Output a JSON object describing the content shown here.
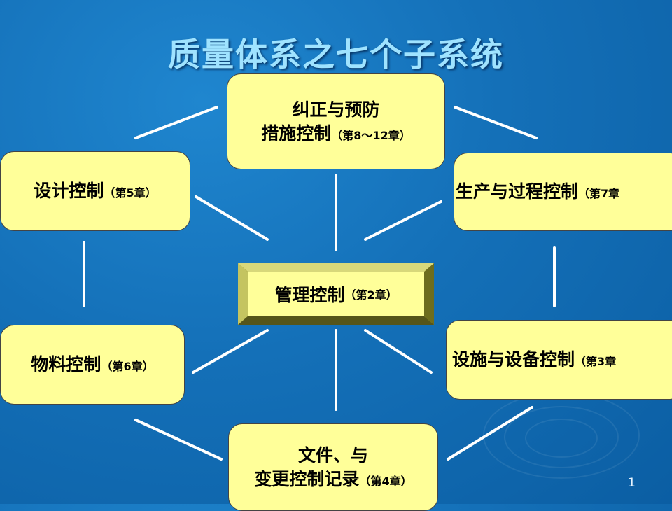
{
  "title": "质量体系之七个子系统",
  "page_number": "1",
  "center": {
    "label": "管理控制",
    "chapter": "（第2章）"
  },
  "nodes": {
    "top": {
      "line1": "纠正与预防",
      "line2": "措施控制",
      "chapter": "（第8～12章）"
    },
    "upper_left": {
      "label": "设计控制",
      "chapter": "（第5章）"
    },
    "upper_right": {
      "label": "生产与过程控制",
      "chapter": "（第7章"
    },
    "lower_left": {
      "label": "物料控制",
      "chapter": "（第6章）"
    },
    "lower_right": {
      "label": "设施与设备控制",
      "chapter": "（第3章"
    },
    "bottom": {
      "line1": "文件、与",
      "line2": "变更控制记录",
      "chapter": "（第4章）"
    }
  },
  "colors": {
    "box_fill": "#ffff99",
    "title": "#9fe3ff",
    "background": "#1470b8",
    "connector": "#ffffff"
  }
}
